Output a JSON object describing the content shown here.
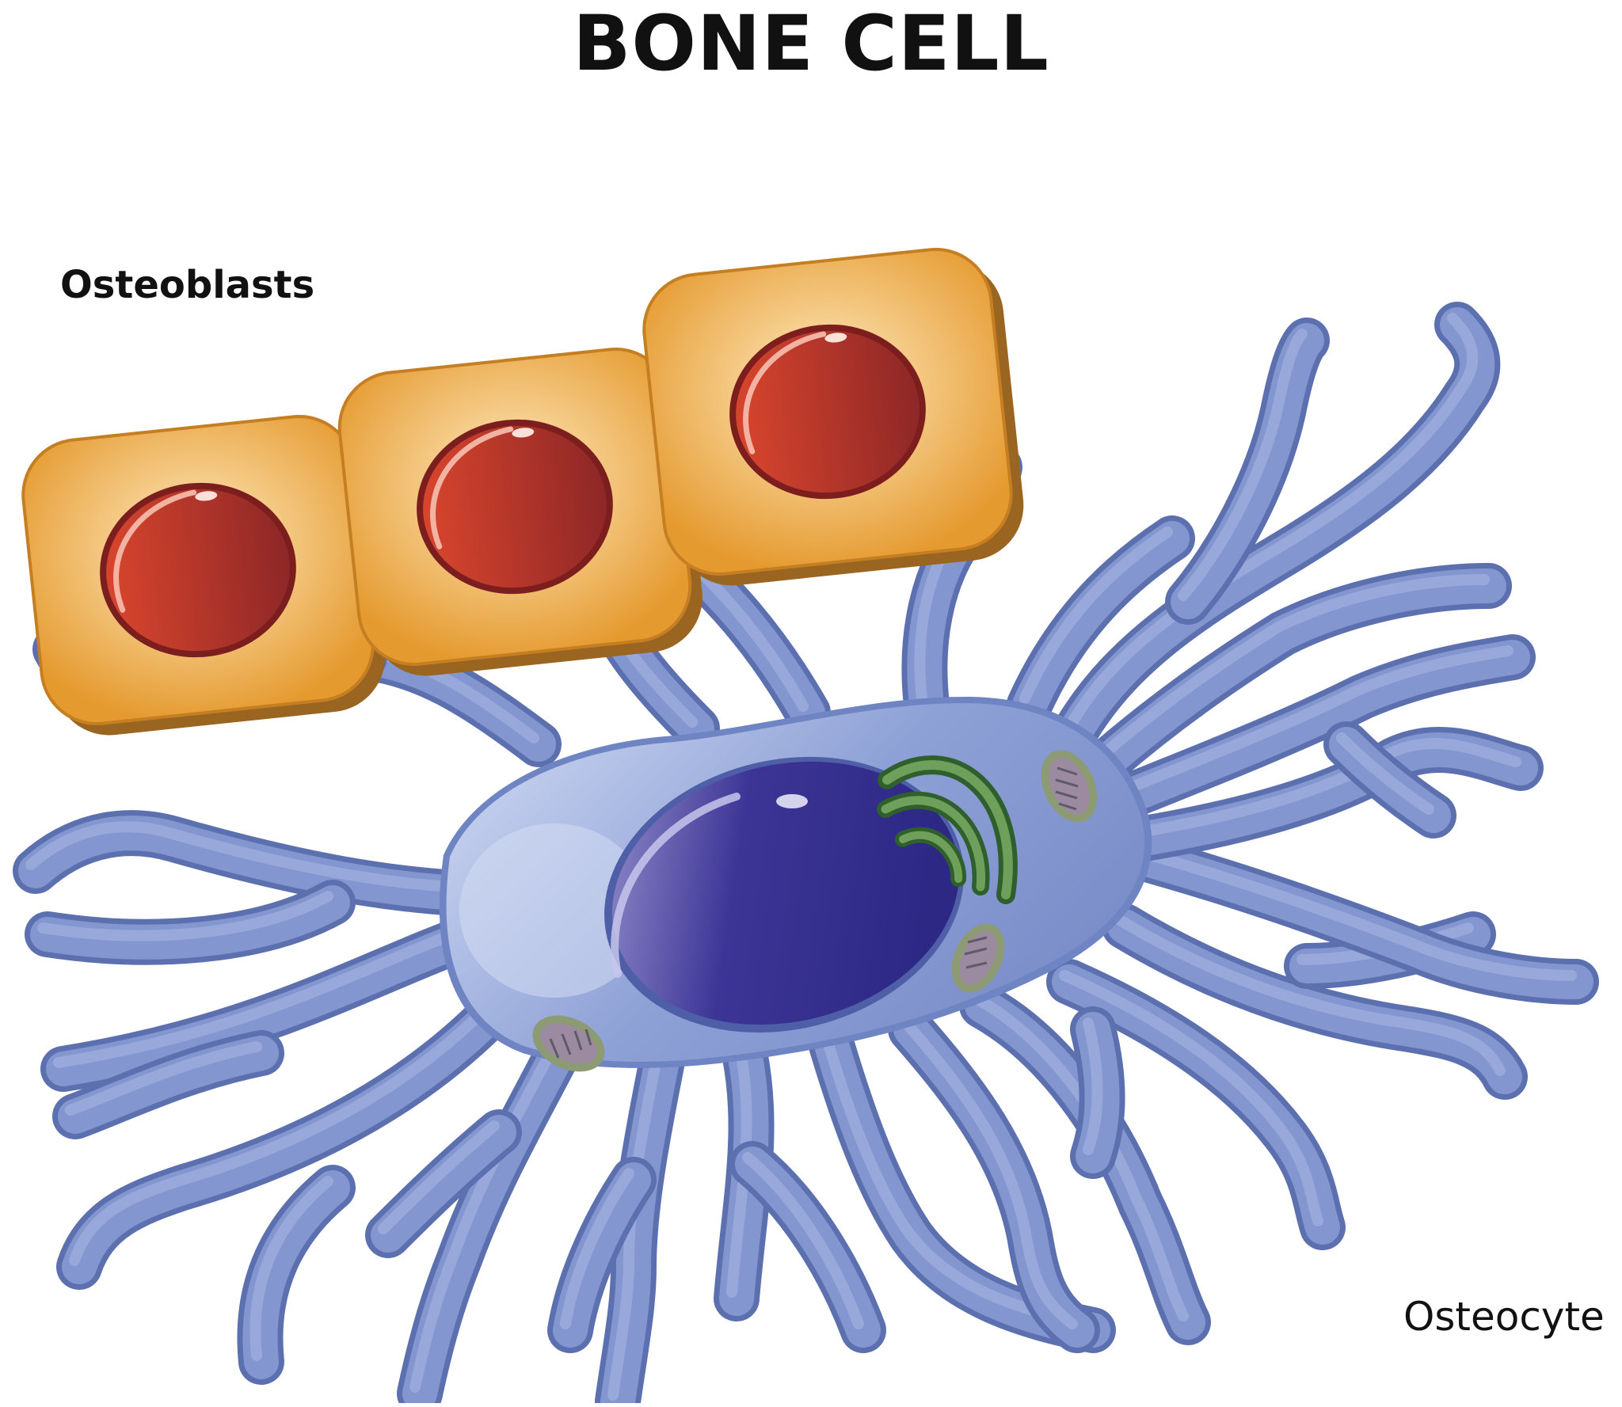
{
  "title": "BONE CELL",
  "labels": {
    "osteoblasts": "Osteoblasts",
    "osteocyte": "Osteocyte"
  },
  "colors": {
    "osteoblast_body": "#E8A33C",
    "osteoblast_edge": "#8A5A1C",
    "osteoblast_nucleus": "#B5322A",
    "osteocyte_body": "#7F93CC",
    "osteocyte_outline": "#5E72B0",
    "osteocyte_highlight": "#B9C7EA",
    "osteocyte_nucleus": "#3B2F92",
    "golgi": "#3E7A3A",
    "mitochondria": "#8C9A78"
  },
  "icons": [
    "osteoblast-cell",
    "osteocyte-cell",
    "nucleus",
    "golgi-apparatus",
    "mitochondrion"
  ]
}
